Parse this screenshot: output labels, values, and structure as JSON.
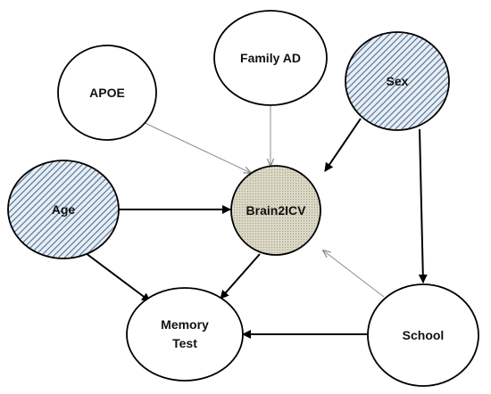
{
  "diagram": {
    "type": "directed-graph",
    "nodes": {
      "apoe": {
        "label": "APOE",
        "style": "plain"
      },
      "family_ad": {
        "label": "Family AD",
        "style": "plain"
      },
      "sex": {
        "label": "Sex",
        "style": "hatched"
      },
      "age": {
        "label": "Age",
        "style": "hatched"
      },
      "brain2icv": {
        "label": "Brain2ICV",
        "style": "dotted"
      },
      "memory_test": {
        "label_line1": "Memory",
        "label_line2": "Test",
        "style": "plain"
      },
      "school": {
        "label": "School",
        "style": "plain"
      }
    },
    "edges": [
      {
        "from": "APOE",
        "to": "Brain2ICV",
        "weight": "thin"
      },
      {
        "from": "Family AD",
        "to": "Brain2ICV",
        "weight": "thin"
      },
      {
        "from": "Sex",
        "to": "Brain2ICV",
        "weight": "thick"
      },
      {
        "from": "Sex",
        "to": "School",
        "weight": "thick"
      },
      {
        "from": "Age",
        "to": "Brain2ICV",
        "weight": "thick"
      },
      {
        "from": "Age",
        "to": "Memory Test",
        "weight": "thick"
      },
      {
        "from": "Brain2ICV",
        "to": "Memory Test",
        "weight": "thick"
      },
      {
        "from": "School",
        "to": "Brain2ICV",
        "weight": "thin"
      },
      {
        "from": "School",
        "to": "Memory Test",
        "weight": "thick"
      }
    ],
    "colors": {
      "outline": "#000000",
      "hatch": "#4a6f95",
      "hatch_background": "#e9eef4",
      "dotted_fill": "#dcd8c6",
      "thin_edge": "#8c8c8c",
      "thick_edge": "#000000"
    }
  }
}
